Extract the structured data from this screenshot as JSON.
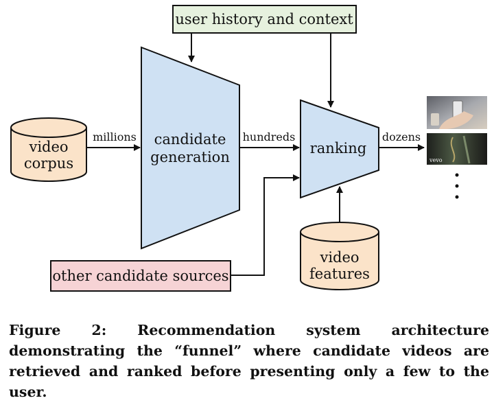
{
  "diagram": {
    "user_history": "user history and context",
    "video_corpus": [
      "video",
      "corpus"
    ],
    "candidate_generation": [
      "candidate",
      "generation"
    ],
    "ranking": "ranking",
    "video_features": [
      "video",
      "features"
    ],
    "other_sources": "other candidate sources",
    "edge_millions": "millions",
    "edge_hundreds": "hundreds",
    "edge_dozens": "dozens",
    "thumbnail_badge": "vevo",
    "colors": {
      "green_box": "#e6f1de",
      "funnel_blue": "#cfe1f3",
      "cylinder_orange": "#fbe3c9",
      "pink_box": "#f6d3d5",
      "stroke": "#111111"
    }
  },
  "caption": "Figure 2:  Recommendation system architecture demonstrating the “funnel” where candidate videos are retrieved and ranked before presenting only a few to the user."
}
